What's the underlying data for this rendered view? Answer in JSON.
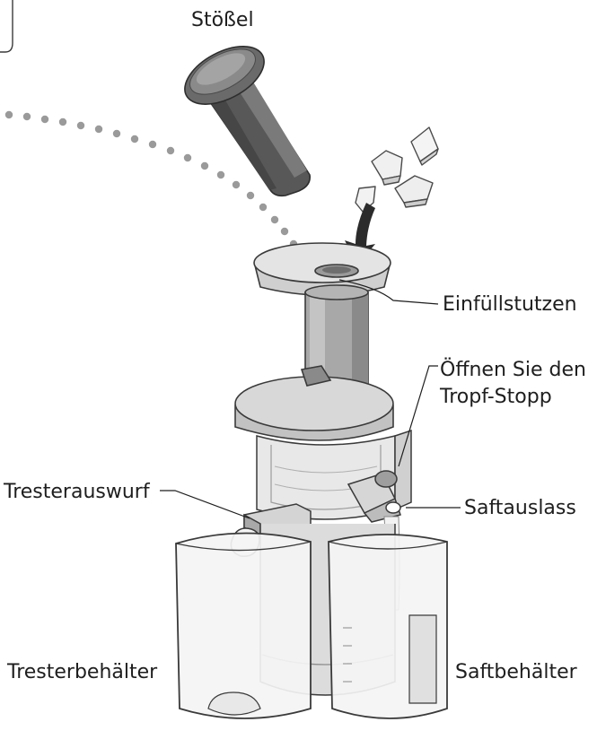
{
  "labels": {
    "pusher": "Stößel",
    "feed_chute": "Einfüllstutzen",
    "open_drip_stop_line1": "Öffnen Sie den",
    "open_drip_stop_line2": "Tropf-Stopp",
    "pulp_outlet": "Tresterauswurf",
    "juice_outlet": "Saftauslass",
    "pulp_container": "Tresterbehälter",
    "juice_container": "Saftbehälter"
  },
  "colors": {
    "outline": "#3a3a3a",
    "pusher_dark": "#5a5a5a",
    "body_light": "#e6e6e6",
    "body_mid": "#bdbdbd",
    "body_dark": "#8e8e8e",
    "dots": "#9a9a9a",
    "arrow": "#2b2b2b"
  }
}
